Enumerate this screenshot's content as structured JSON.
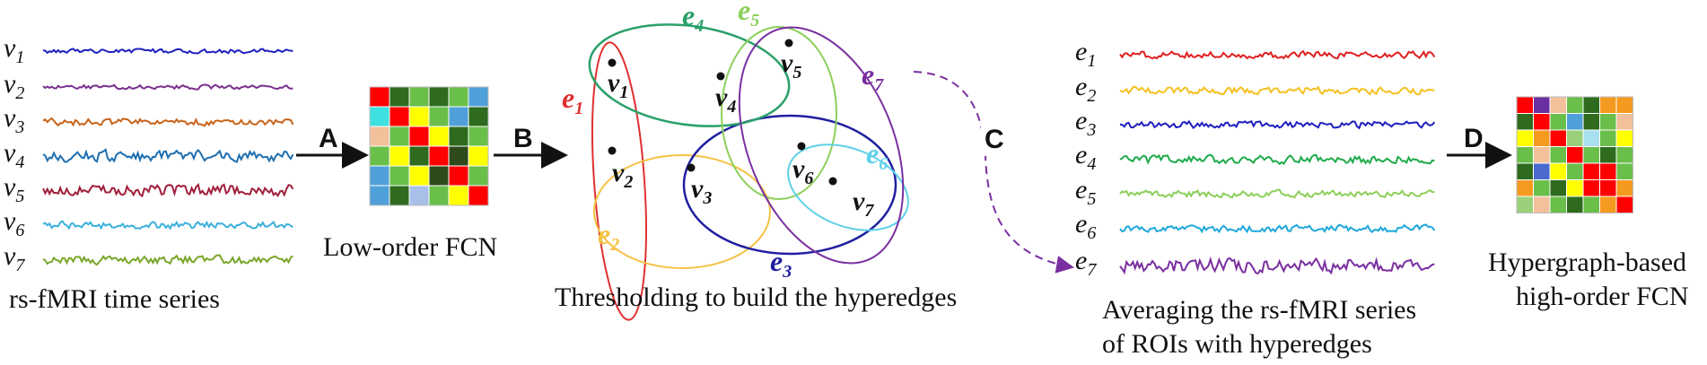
{
  "panel_time_series": {
    "labels": [
      {
        "base": "v",
        "sub": "1",
        "color": "#1f1fbf"
      },
      {
        "base": "v",
        "sub": "2",
        "color": "#7a2f8e"
      },
      {
        "base": "v",
        "sub": "3",
        "color": "#c8641a"
      },
      {
        "base": "v",
        "sub": "4",
        "color": "#1f6fb0"
      },
      {
        "base": "v",
        "sub": "5",
        "color": "#a01f3c"
      },
      {
        "base": "v",
        "sub": "6",
        "color": "#3cb0dc"
      },
      {
        "base": "v",
        "sub": "7",
        "color": "#7aa62a"
      }
    ],
    "caption": "rs-fMRI time series"
  },
  "panel_low_order": {
    "caption": "Low-order FCN",
    "matrix_colors": [
      [
        "#ff0000",
        "#2e6b1e",
        "#6abf4b",
        "#2e6b1e",
        "#6abf4b",
        "#4fa0d8"
      ],
      [
        "#3fe0e0",
        "#ff0000",
        "#ffff00",
        "#6abf4b",
        "#4fa0d8",
        "#2e6b1e"
      ],
      [
        "#f2c09a",
        "#6abf4b",
        "#ff0000",
        "#ffff00",
        "#2e6b1e",
        "#6abf4b"
      ],
      [
        "#6abf4b",
        "#ffff00",
        "#2e6b1e",
        "#ff0000",
        "#2e4a1a",
        "#ffff00"
      ],
      [
        "#4fa0d8",
        "#6abf4b",
        "#ffff00",
        "#2e4a1a",
        "#ff0000",
        "#6abf4b"
      ],
      [
        "#4fa0d8",
        "#2e6b1e",
        "#a8c0e8",
        "#6abf4b",
        "#ffff00",
        "#ff0000"
      ]
    ]
  },
  "panel_hypergraph": {
    "caption": "Thresholding to build the hyperedges",
    "nodes": [
      {
        "base": "v",
        "sub": "1"
      },
      {
        "base": "v",
        "sub": "2"
      },
      {
        "base": "v",
        "sub": "3"
      },
      {
        "base": "v",
        "sub": "4"
      },
      {
        "base": "v",
        "sub": "5"
      },
      {
        "base": "v",
        "sub": "6"
      },
      {
        "base": "v",
        "sub": "7"
      }
    ],
    "hyperedges": [
      {
        "base": "e",
        "sub": "1",
        "color": "#e03030"
      },
      {
        "base": "e",
        "sub": "2",
        "color": "#f5c242"
      },
      {
        "base": "e",
        "sub": "3",
        "color": "#1f1fa0"
      },
      {
        "base": "e",
        "sub": "4",
        "color": "#2aa06a"
      },
      {
        "base": "e",
        "sub": "5",
        "color": "#8ccf5a"
      },
      {
        "base": "e",
        "sub": "6",
        "color": "#5ed0e8"
      },
      {
        "base": "e",
        "sub": "7",
        "color": "#7a2fa0"
      }
    ]
  },
  "panel_averaged": {
    "labels": [
      {
        "base": "e",
        "sub": "1",
        "color": "#e02020"
      },
      {
        "base": "e",
        "sub": "2",
        "color": "#f5c020"
      },
      {
        "base": "e",
        "sub": "3",
        "color": "#1f1fbf"
      },
      {
        "base": "e",
        "sub": "4",
        "color": "#1faa4a"
      },
      {
        "base": "e",
        "sub": "5",
        "color": "#8ccf5a"
      },
      {
        "base": "e",
        "sub": "6",
        "color": "#1fa8dc"
      },
      {
        "base": "e",
        "sub": "7",
        "color": "#7a2fa0"
      }
    ],
    "caption_line1": "Averaging the rs-fMRI series",
    "caption_line2": "of ROIs with hyperedges"
  },
  "panel_high_order": {
    "caption_line1": "Hypergraph-based",
    "caption_line2": "high-order FCN",
    "matrix_colors": [
      [
        "#ff0000",
        "#6a2fa0",
        "#f2c09a",
        "#6abf4b",
        "#2e6b1e",
        "#f59a20",
        "#f59a20"
      ],
      [
        "#2e6b1e",
        "#ff0000",
        "#6abf4b",
        "#4fa0d8",
        "#2e6b1e",
        "#6abf4b",
        "#f2c09a"
      ],
      [
        "#ffff00",
        "#f59a20",
        "#ff0000",
        "#9ad07a",
        "#a8e0f0",
        "#6abf4b",
        "#ffff00"
      ],
      [
        "#6abf4b",
        "#f2c09a",
        "#6abf4b",
        "#ff0000",
        "#6abf4b",
        "#2e6b1e",
        "#6abf4b"
      ],
      [
        "#2e6b1e",
        "#4a6ad0",
        "#ffff00",
        "#6abf4b",
        "#ff0000",
        "#ff0000",
        "#6abf4b"
      ],
      [
        "#f59a20",
        "#6abf4b",
        "#2e6b1e",
        "#ffff00",
        "#ff0000",
        "#ff0000",
        "#f59a20"
      ],
      [
        "#9ad07a",
        "#f2c09a",
        "#6abf4b",
        "#2e6b1e",
        "#6abf4b",
        "#f59a20",
        "#ff0000"
      ]
    ]
  },
  "steps": {
    "a": "A",
    "b": "B",
    "c": "C",
    "d": "D"
  }
}
